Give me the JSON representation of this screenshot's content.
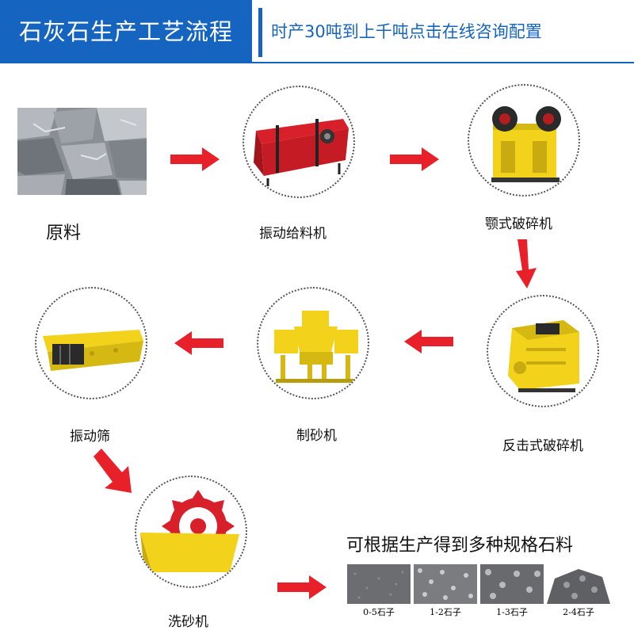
{
  "header": {
    "title": "石灰石生产工艺流程",
    "subtitle": "时产30吨到上千吨点击在线咨询配置"
  },
  "steps": {
    "raw": "原料",
    "feeder": "振动给料机",
    "jaw": "颚式破碎机",
    "impact": "反击式破碎机",
    "sand_maker": "制砂机",
    "screen": "振动筛",
    "washer": "洗砂机"
  },
  "result": {
    "caption": "可根据生产得到多种规格石料",
    "samples": [
      "0-5石子",
      "1-2石子",
      "1-3石子",
      "2-4石子"
    ]
  },
  "colors": {
    "brand_blue": "#1565c0",
    "arrow_red": "#e8202a",
    "machine_yellow": "#f2d21a",
    "feeder_red": "#d8202a"
  }
}
